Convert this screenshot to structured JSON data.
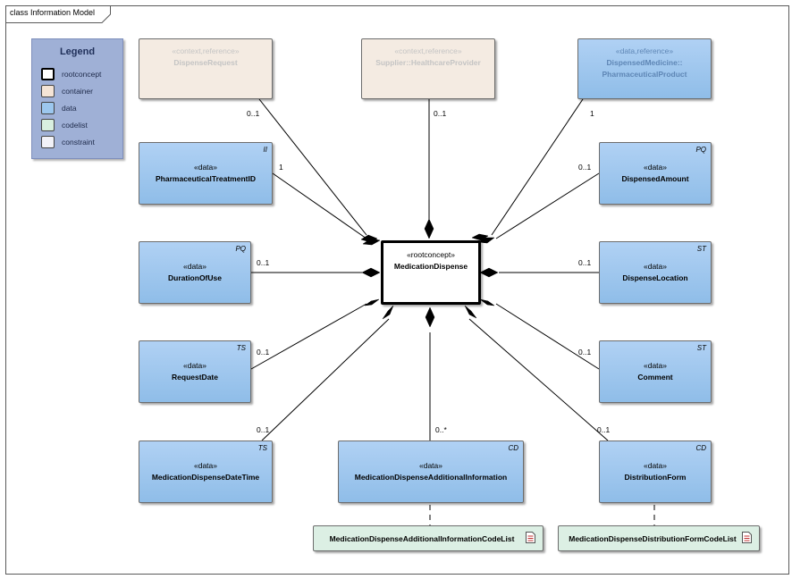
{
  "frame": {
    "title": "class Information Model"
  },
  "legend": {
    "title": "Legend",
    "items": [
      {
        "label": "rootconcept",
        "color": "#ffffff"
      },
      {
        "label": "container",
        "color": "#f4e4d6"
      },
      {
        "label": "data",
        "color": "#9cc7ee"
      },
      {
        "label": "codelist",
        "color": "#d8efe0"
      },
      {
        "label": "constraint",
        "color": "#f2f2f8"
      }
    ]
  },
  "root": {
    "stereotype": "«rootconcept»",
    "name": "MedicationDispense"
  },
  "context": {
    "dispense_request": {
      "stereotype": "«context,reference»",
      "name": "DispenseRequest",
      "multiplicity": "0..1"
    },
    "provider": {
      "stereotype": "«context,reference»",
      "name": "Supplier::HealthcareProvider",
      "multiplicity": "0..1"
    },
    "product": {
      "stereotype": "«data,reference»",
      "name_line1": "DispensedMedicine::",
      "name_line2": "PharmaceuticalProduct",
      "multiplicity": "1"
    }
  },
  "data": {
    "treatment_id": {
      "stereotype": "«data»",
      "name": "PharmaceuticalTreatmentID",
      "type": "II",
      "multiplicity": "1"
    },
    "duration": {
      "stereotype": "«data»",
      "name": "DurationOfUse",
      "type": "PQ",
      "multiplicity": "0..1"
    },
    "request_date": {
      "stereotype": "«data»",
      "name": "RequestDate",
      "type": "TS",
      "multiplicity": "0..1"
    },
    "datetime": {
      "stereotype": "«data»",
      "name": "MedicationDispenseDateTime",
      "type": "TS",
      "multiplicity": "0..1"
    },
    "additional_info": {
      "stereotype": "«data»",
      "name": "MedicationDispenseAdditionalInformation",
      "type": "CD",
      "multiplicity": "0..*"
    },
    "distribution_form": {
      "stereotype": "«data»",
      "name": "DistributionForm",
      "type": "CD",
      "multiplicity": "0..1"
    },
    "comment": {
      "stereotype": "«data»",
      "name": "Comment",
      "type": "ST",
      "multiplicity": "0..1"
    },
    "location": {
      "stereotype": "«data»",
      "name": "DispenseLocation",
      "type": "ST",
      "multiplicity": "0..1"
    },
    "amount": {
      "stereotype": "«data»",
      "name": "DispensedAmount",
      "type": "PQ",
      "multiplicity": "0..1"
    }
  },
  "codelists": {
    "additional_info": {
      "name": "MedicationDispenseAdditionalInformationCodeList"
    },
    "distribution_form": {
      "name": "MedicationDispenseDistributionFormCodeList"
    }
  }
}
